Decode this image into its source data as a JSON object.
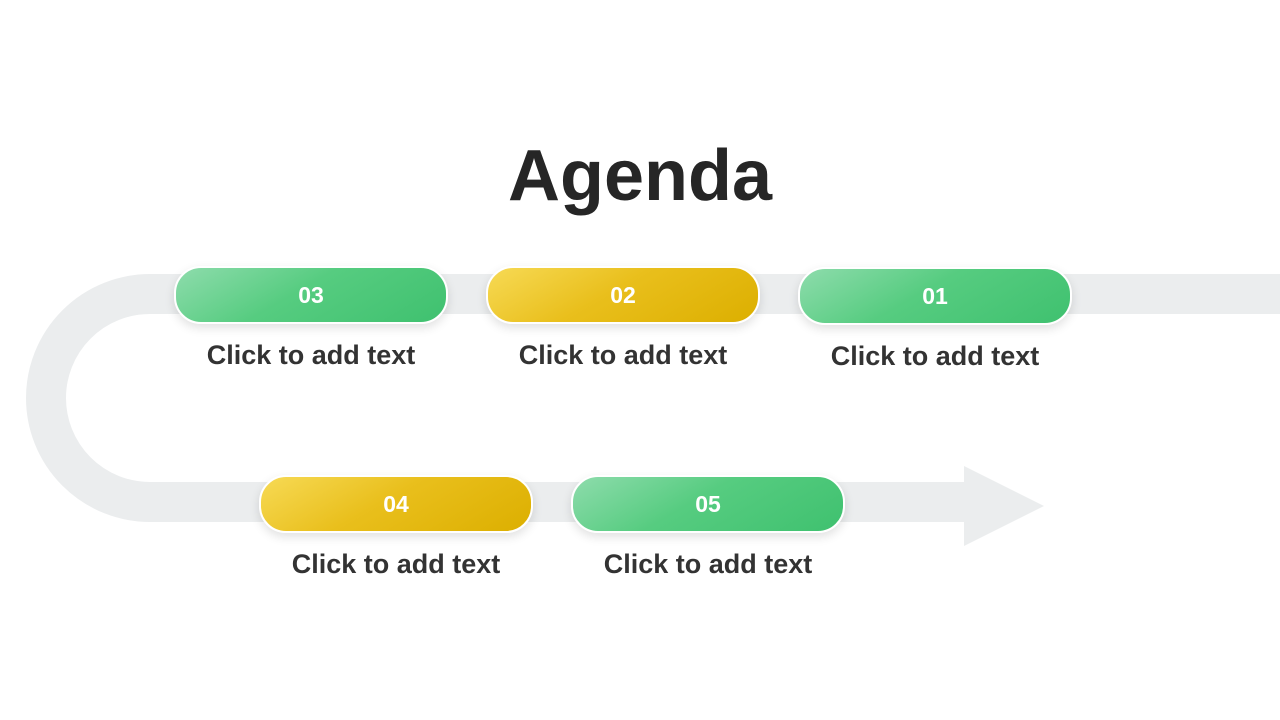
{
  "title": "Agenda",
  "colors": {
    "path": "#ebedee",
    "green": "#4fc97a",
    "yellow": "#e4b70d",
    "text": "#333333"
  },
  "steps": [
    {
      "number": "03",
      "text": "Click to add text",
      "color": "green"
    },
    {
      "number": "02",
      "text": "Click to add text",
      "color": "yellow"
    },
    {
      "number": "01",
      "text": "Click to add text",
      "color": "green"
    },
    {
      "number": "04",
      "text": "Click to add text",
      "color": "yellow"
    },
    {
      "number": "05",
      "text": "Click to add text",
      "color": "green"
    }
  ]
}
